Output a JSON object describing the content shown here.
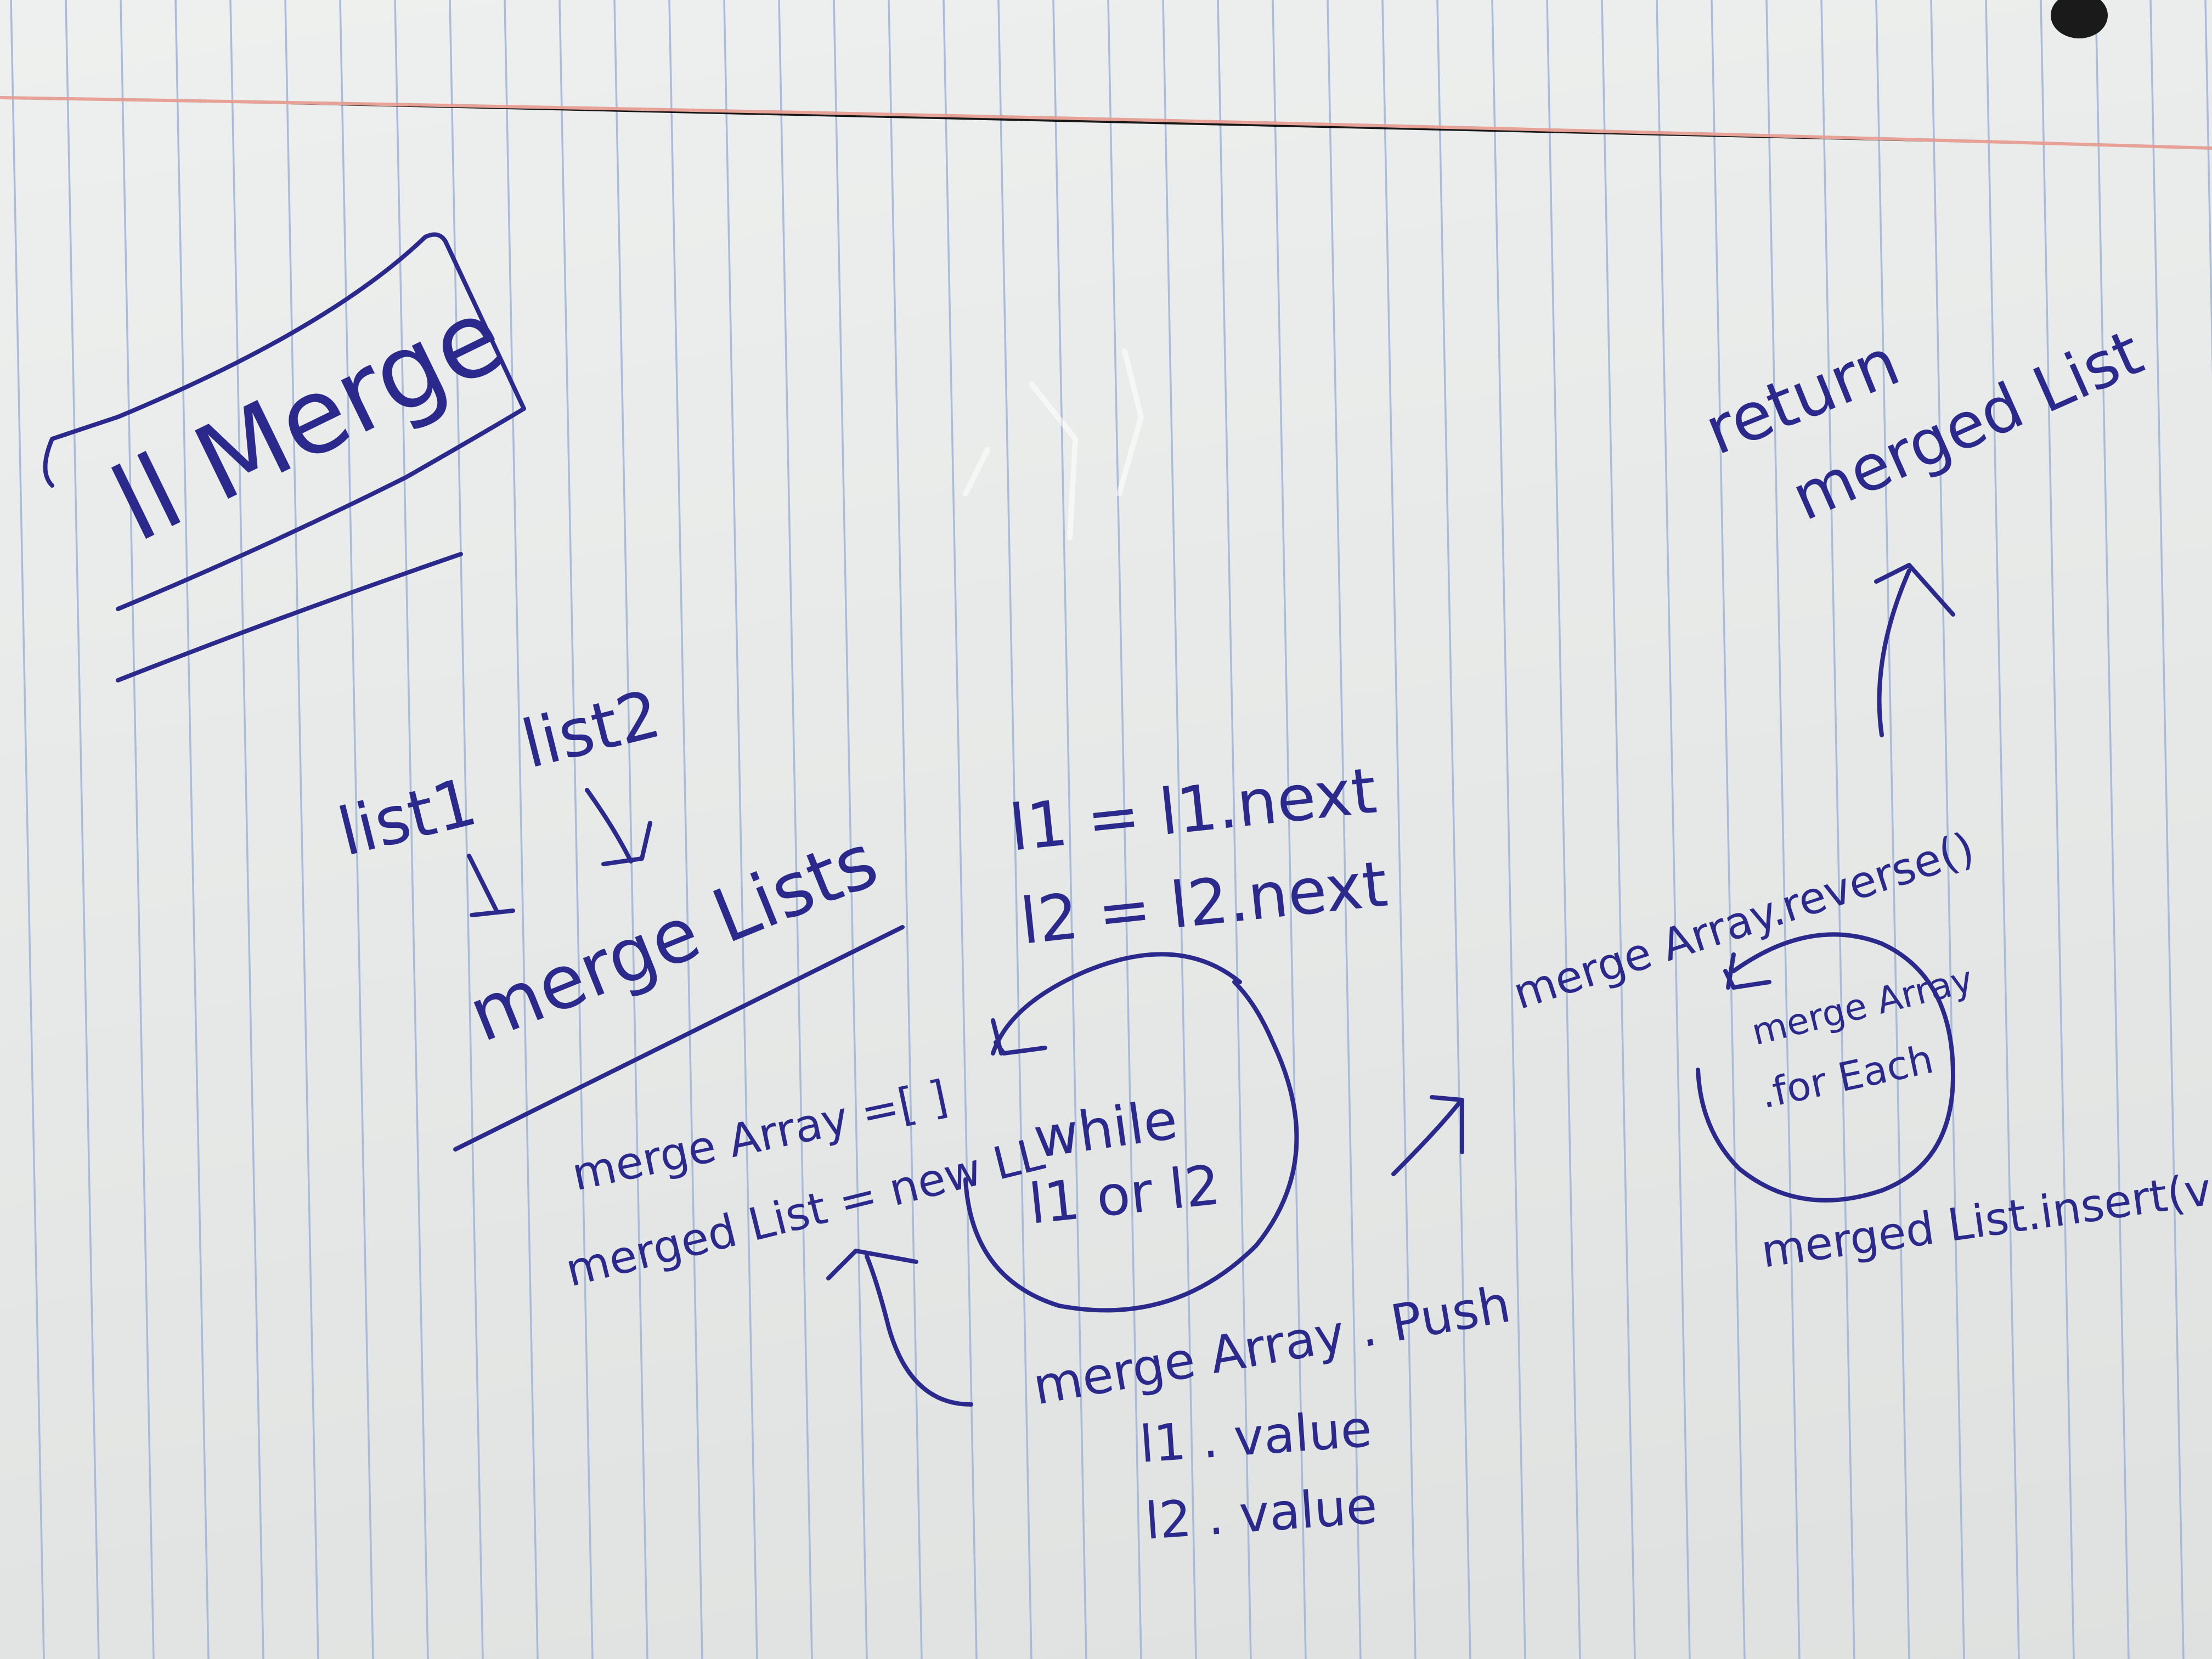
{
  "title": "ll Merge",
  "inputs": {
    "list1": "list1",
    "list2": "list2"
  },
  "function_name": "merge Lists",
  "init": {
    "merge_array": "merge Array =[ ]",
    "merged_list": "merged List = new LL"
  },
  "advance": {
    "line1": "l1 = l1.next",
    "line2": "l2 = l2.next"
  },
  "loop": {
    "keyword": "while",
    "condition": "l1 or l2"
  },
  "push": {
    "line1": "merge Array . Push",
    "line2": "l1 . value",
    "line3": "l2 . value"
  },
  "reverse": "merge Array.reverse()",
  "for_each": {
    "line1": "merge Array",
    "line2": ".for Each"
  },
  "insert": "merged List.insert(valu",
  "return": {
    "line1": "return",
    "line2": "merged List"
  },
  "colors": {
    "ink": "#2b2a8c",
    "paper": "#eceeed",
    "rule": "#9fb4d6",
    "margin": "#e79a8f"
  }
}
